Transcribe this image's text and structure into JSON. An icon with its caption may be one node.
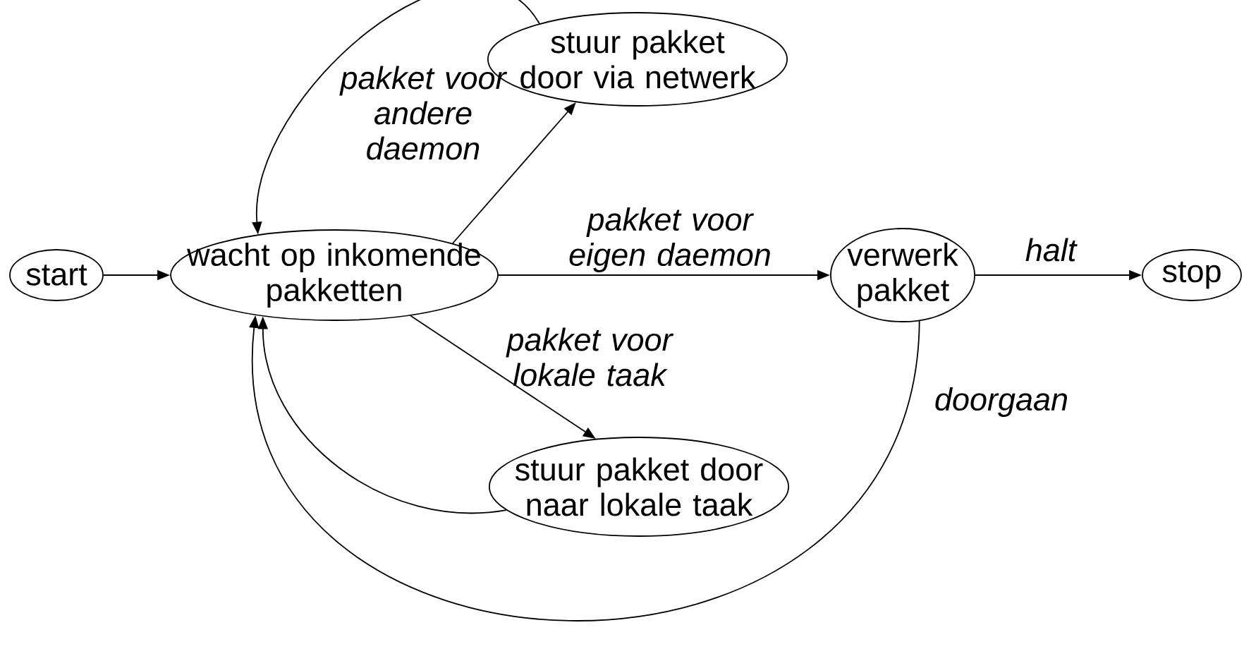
{
  "diagram": {
    "nodes": [
      {
        "text": [
          "start"
        ]
      },
      {
        "text": [
          "wacht op inkomende pakketten"
        ]
      },
      {
        "text": [
          "stuur pakket door via netwerk"
        ]
      },
      {
        "text": [
          "verwerk pakket"
        ]
      },
      {
        "text": [
          "stop"
        ]
      },
      {
        "text": [
          "stuur pakket door naar lokale taak"
        ]
      }
    ],
    "edges": [
      {
        "from": 0,
        "to": 1,
        "arrow": "to"
      },
      {
        "from": 1,
        "to": 2,
        "arrow": "to",
        "label": "pakket voor andere daemon"
      },
      {
        "from": 2,
        "to": 1,
        "arrow": "to"
      },
      {
        "from": 1,
        "to": 3,
        "arrow": "to",
        "label": "pakket voor eigen daemon"
      },
      {
        "from": 3,
        "to": 4,
        "arrow": "to",
        "label": "halt"
      },
      {
        "from": 1,
        "to": 5,
        "arrow": "to",
        "label": "pakket voor lokale taak"
      },
      {
        "from": 5,
        "to": 1,
        "arrow": "to"
      },
      {
        "from": 3,
        "to": 1,
        "arrow": "to",
        "label": "doorgaan"
      }
    ]
  }
}
